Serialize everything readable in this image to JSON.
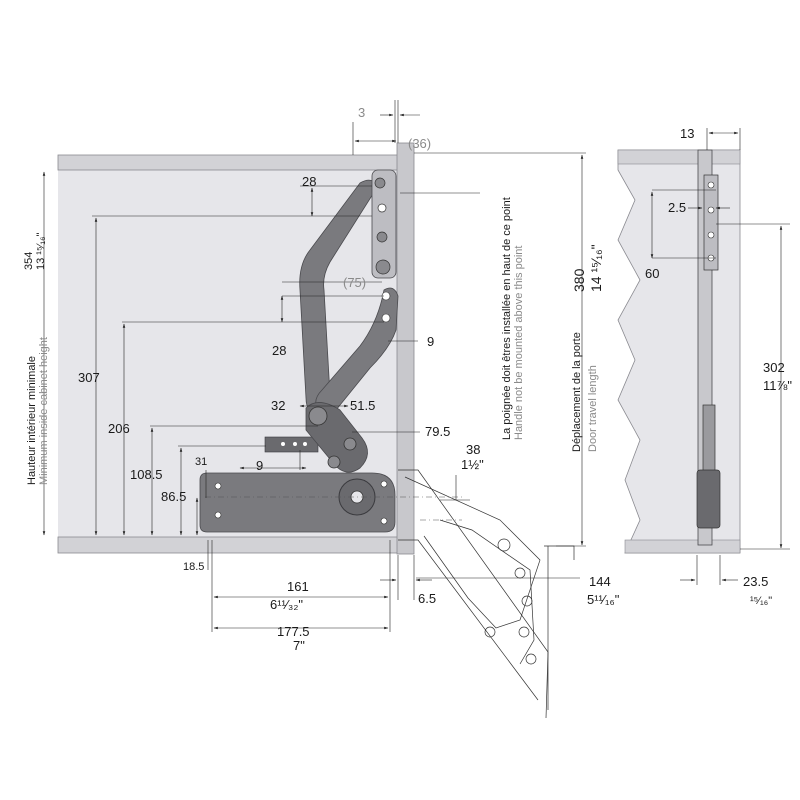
{
  "colors": {
    "panel": "#e6e6ea",
    "panel_edge": "#9a9aa0",
    "mechanism": "#7a7a7e",
    "mechanism_dark": "#5c5c60",
    "line": "#222222",
    "gray_text": "#8a8a8a"
  },
  "dims": {
    "d3": "3",
    "d36": "(36)",
    "d28a": "28",
    "d75": "(75)",
    "d9a": "9",
    "d28b": "28",
    "d307": "307",
    "d206": "206",
    "d32": "32",
    "d51_5": "51.5",
    "d79_5": "79.5",
    "d38": "38",
    "d38_in": "1½\"",
    "d108_5": "108.5",
    "d31": "31",
    "d9b": "9",
    "d86_5": "86.5",
    "d18_5": "18.5",
    "d161": "161",
    "d161_in": "6¹¹⁄₃₂\"",
    "d6_5": "6.5",
    "d144": "144",
    "d144_in": "5¹¹⁄₁₆\"",
    "d177_5": "177.5",
    "d177_in": "7\"",
    "d354": "354",
    "d354_in": "13 ¹⁵⁄₁₆\"",
    "d380": "380",
    "d380_in": "14 ¹⁵⁄₁₆\"",
    "r13": "13",
    "r2_5": "2.5",
    "r60": "60",
    "r302": "302",
    "r302_in": "11⅞\"",
    "r23_5": "23.5",
    "r23_in": "¹⁵⁄₁₆\""
  },
  "labels": {
    "min_height_fr": "Hauteur intérieur minimale",
    "min_height_en": "Minimum inside cabinet height",
    "handle_fr": "La poignée doit êtres installée en haut de ce point",
    "handle_en": "Handle not be mounted above this point",
    "travel_fr": "Déplacement de la porte",
    "travel_en": "Door travel length"
  }
}
